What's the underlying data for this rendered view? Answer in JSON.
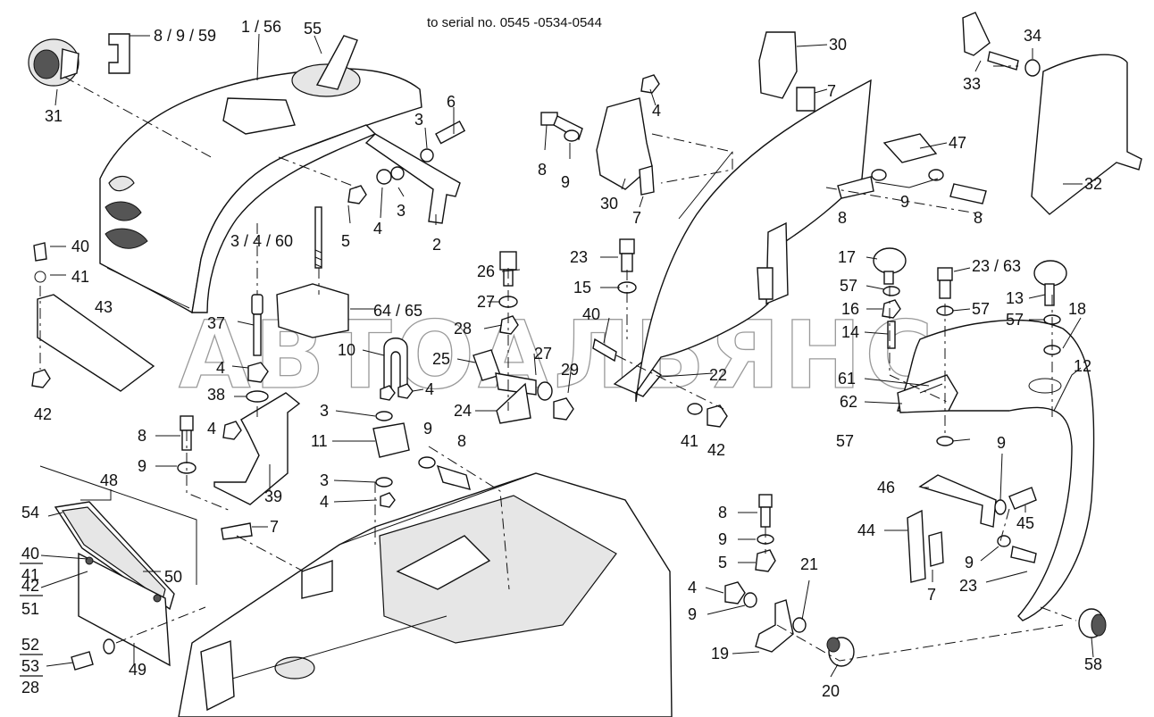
{
  "header": {
    "serial_note": "to serial no. 0545  -0534-0544"
  },
  "watermark": "АВТОАЛЬЯНС",
  "callouts": [
    {
      "text": "8 / 9 / 59"
    },
    {
      "text": "1 / 56"
    },
    {
      "text": "55"
    },
    {
      "text": "31"
    },
    {
      "text": "3"
    },
    {
      "text": "6"
    },
    {
      "text": "5"
    },
    {
      "text": "4"
    },
    {
      "text": "3"
    },
    {
      "text": "2"
    },
    {
      "text": "3 / 4 / 60"
    },
    {
      "text": "40"
    },
    {
      "text": "41"
    },
    {
      "text": "43"
    },
    {
      "text": "42"
    },
    {
      "text": "37"
    },
    {
      "text": "64 / 65"
    },
    {
      "text": "4"
    },
    {
      "text": "38"
    },
    {
      "text": "4"
    },
    {
      "text": "8"
    },
    {
      "text": "9"
    },
    {
      "text": "39"
    },
    {
      "text": "7"
    },
    {
      "text": "10"
    },
    {
      "text": "4"
    },
    {
      "text": "3"
    },
    {
      "text": "11"
    },
    {
      "text": "9"
    },
    {
      "text": "8"
    },
    {
      "text": "3"
    },
    {
      "text": "4"
    },
    {
      "text": "26"
    },
    {
      "text": "27"
    },
    {
      "text": "28"
    },
    {
      "text": "25"
    },
    {
      "text": "27"
    },
    {
      "text": "29"
    },
    {
      "text": "24"
    },
    {
      "text": "23"
    },
    {
      "text": "15"
    },
    {
      "text": "40"
    },
    {
      "text": "22"
    },
    {
      "text": "41"
    },
    {
      "text": "42"
    },
    {
      "text": "8"
    },
    {
      "text": "9"
    },
    {
      "text": "4"
    },
    {
      "text": "30"
    },
    {
      "text": "7"
    },
    {
      "text": "30"
    },
    {
      "text": "7"
    },
    {
      "text": "47"
    },
    {
      "text": "8"
    },
    {
      "text": "9"
    },
    {
      "text": "8"
    },
    {
      "text": "34"
    },
    {
      "text": "33"
    },
    {
      "text": "32"
    },
    {
      "text": "17"
    },
    {
      "text": "57"
    },
    {
      "text": "16"
    },
    {
      "text": "14"
    },
    {
      "text": "61"
    },
    {
      "text": "62"
    },
    {
      "text": "57"
    },
    {
      "text": "23 / 63"
    },
    {
      "text": "57"
    },
    {
      "text": "13"
    },
    {
      "text": "57"
    },
    {
      "text": "18"
    },
    {
      "text": "12"
    },
    {
      "text": "48"
    },
    {
      "text": "54"
    },
    {
      "text": "50"
    },
    {
      "text": "49"
    },
    {
      "text": "8"
    },
    {
      "text": "9"
    },
    {
      "text": "5"
    },
    {
      "text": "4"
    },
    {
      "text": "9"
    },
    {
      "text": "21"
    },
    {
      "text": "19"
    },
    {
      "text": "20"
    },
    {
      "text": "9"
    },
    {
      "text": "46"
    },
    {
      "text": "45"
    },
    {
      "text": "44"
    },
    {
      "text": "7"
    },
    {
      "text": "9"
    },
    {
      "text": "23"
    },
    {
      "text": "58"
    }
  ],
  "fractions": [
    {
      "top": "40",
      "bottom": "41"
    },
    {
      "top": "42",
      "bottom": "51"
    },
    {
      "top": "52",
      "bottom": "53"
    }
  ],
  "fraction_tail": "28"
}
